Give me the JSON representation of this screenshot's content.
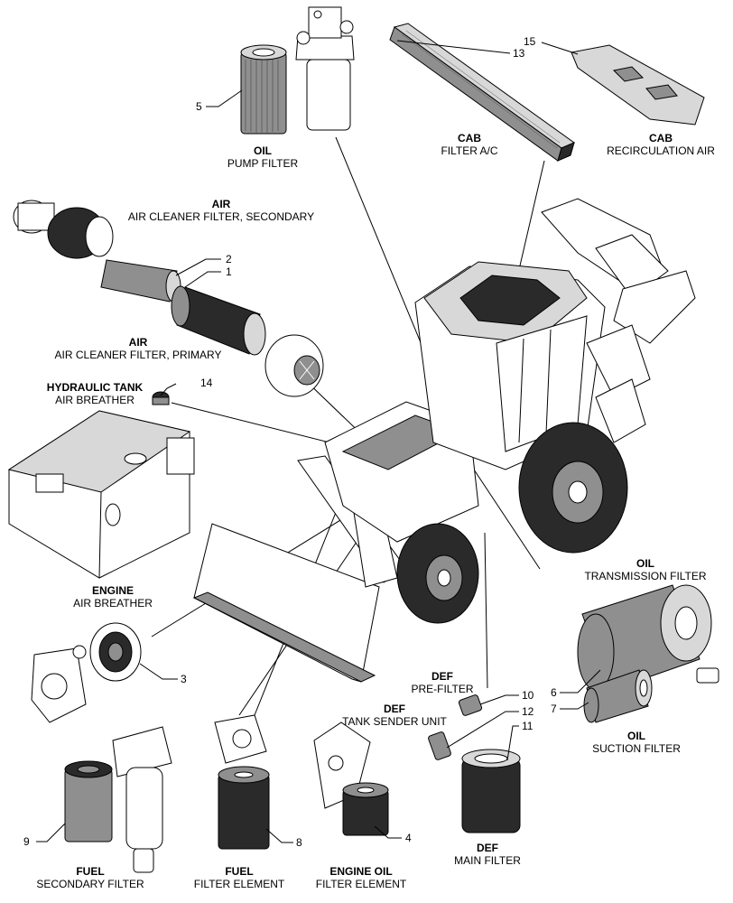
{
  "labels": {
    "oil_pump": {
      "title": "OIL",
      "sub": "PUMP FILTER"
    },
    "cab_ac": {
      "title": "CAB",
      "sub": "FILTER A/C"
    },
    "cab_recirc": {
      "title": "CAB",
      "sub": "RECIRCULATION AIR"
    },
    "air_secondary": {
      "title": "AIR",
      "sub": "AIR CLEANER FILTER, SECONDARY"
    },
    "air_primary": {
      "title": "AIR",
      "sub": "AIR CLEANER FILTER, PRIMARY"
    },
    "hyd_tank": {
      "title": "HYDRAULIC TANK",
      "sub": "AIR BREATHER"
    },
    "engine_breather": {
      "title": "ENGINE",
      "sub": "AIR BREATHER"
    },
    "oil_trans": {
      "title": "OIL",
      "sub": "TRANSMISSION FILTER"
    },
    "def_pre": {
      "title": "DEF",
      "sub": "PRE-FILTER"
    },
    "def_tank": {
      "title": "DEF",
      "sub": "TANK SENDER UNIT"
    },
    "oil_suction": {
      "title": "OIL",
      "sub": "SUCTION FILTER"
    },
    "fuel_secondary": {
      "title": "FUEL",
      "sub": "SECONDARY FILTER"
    },
    "fuel_element": {
      "title": "FUEL",
      "sub": "FILTER ELEMENT"
    },
    "engine_oil": {
      "title": "ENGINE OIL",
      "sub": "FILTER ELEMENT"
    },
    "def_main": {
      "title": "DEF",
      "sub": "MAIN FILTER"
    }
  },
  "callouts": {
    "n1": "1",
    "n2": "2",
    "n3": "3",
    "n4": "4",
    "n5": "5",
    "n6": "6",
    "n7": "7",
    "n8": "8",
    "n9": "9",
    "n10": "10",
    "n11": "11",
    "n12": "12",
    "n13": "13",
    "n14": "14",
    "n15": "15"
  }
}
